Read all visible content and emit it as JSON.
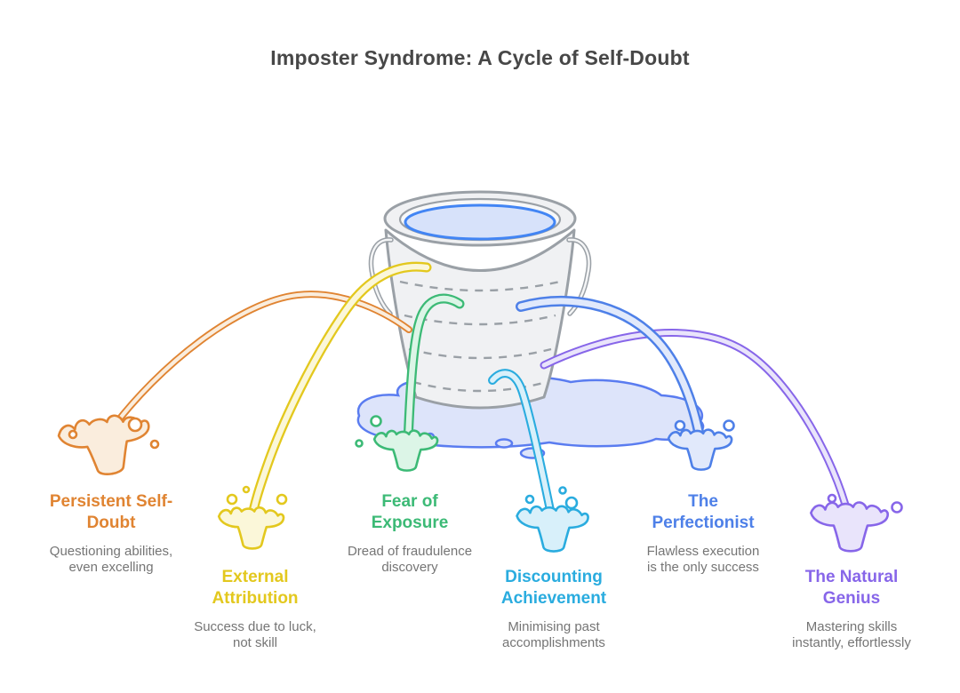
{
  "title": {
    "text": "Imposter Syndrome: A Cycle of Self-Doubt",
    "color": "#474747"
  },
  "bucket": {
    "body_fill": "#F0F1F3",
    "inner_fill": "#F7F8F9",
    "outline": "#9AA0A6",
    "water_fill": "#D7E2FA",
    "water_stroke": "#4285F4",
    "puddle_fill": "#DDE4FA",
    "puddle_stroke": "#5A7CF0"
  },
  "text_color_secondary": "#757575",
  "items": [
    {
      "id": "persistent-self-doubt",
      "label": "Persistent Self-\nDoubt",
      "description": "Questioning abilities,\neven excelling",
      "color": "#E08432",
      "fill": "#FAEDDD"
    },
    {
      "id": "external-attribution",
      "label": "External\nAttribution",
      "description": "Success due to luck,\nnot skill",
      "color": "#E3C81E",
      "fill": "#FBF7D9"
    },
    {
      "id": "fear-of-exposure",
      "label": "Fear of\nExposure",
      "description": "Dread of fraudulence\ndiscovery",
      "color": "#3CBA76",
      "fill": "#DCF5E7"
    },
    {
      "id": "discounting-achievement",
      "label": "Discounting\nAchievement",
      "description": "Minimising past\naccomplishments",
      "color": "#2AACDF",
      "fill": "#D8F0FA"
    },
    {
      "id": "the-perfectionist",
      "label": "The\nPerfectionist",
      "description": "Flawless execution\nis the only success",
      "color": "#4E80E8",
      "fill": "#E1E9FB"
    },
    {
      "id": "the-natural-genius",
      "label": "The Natural\nGenius",
      "description": "Mastering skills\ninstantly, effortlessly",
      "color": "#8766E9",
      "fill": "#E9E4FB"
    }
  ]
}
